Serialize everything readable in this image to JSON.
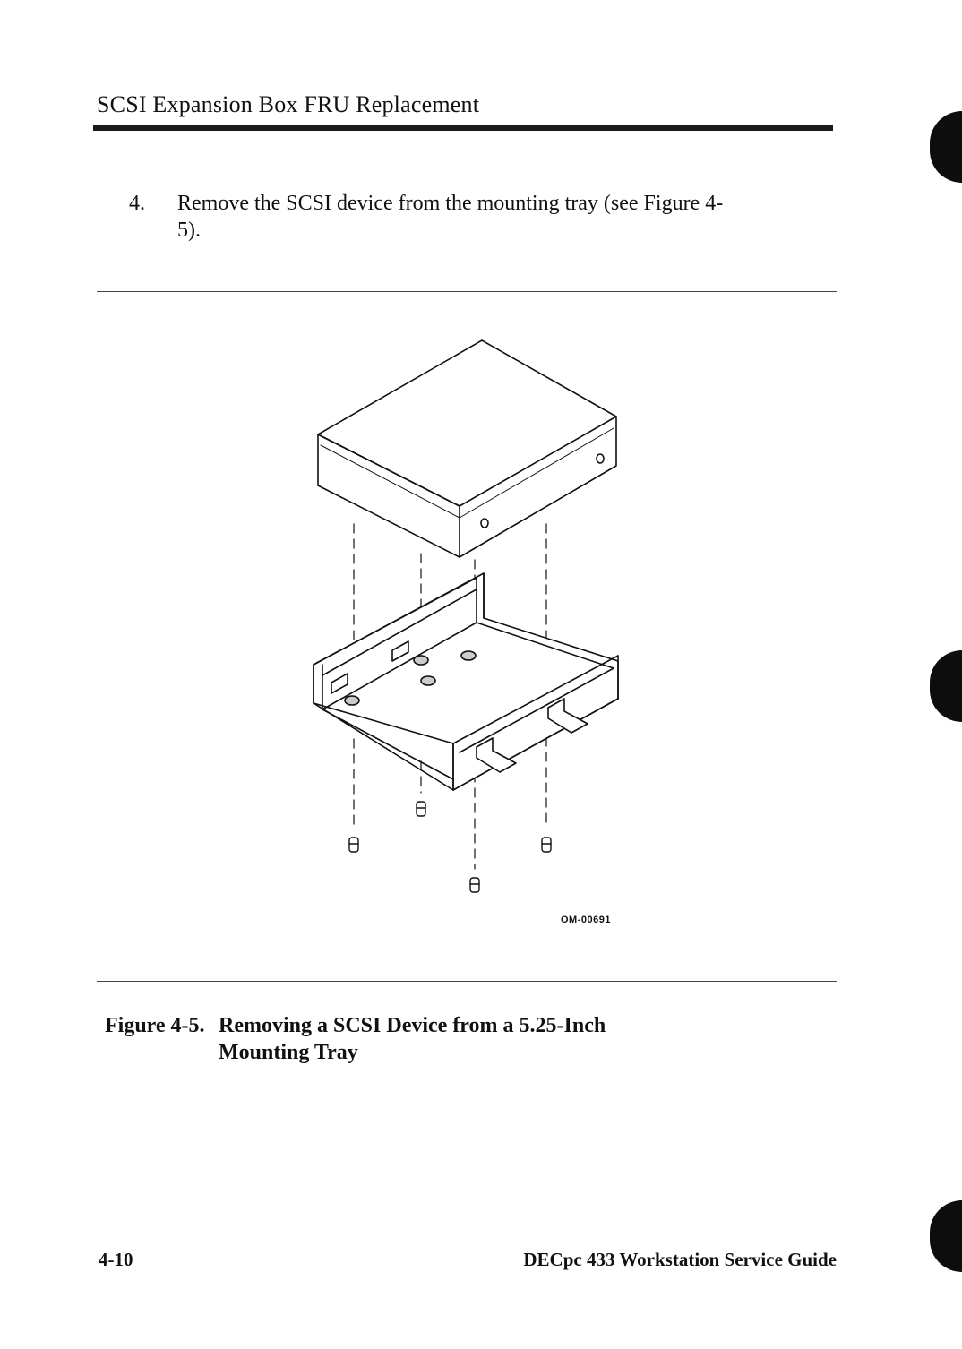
{
  "header": {
    "title": "SCSI Expansion Box FRU Replacement"
  },
  "step": {
    "number": "4.",
    "text": "Remove the SCSI device from the mounting tray (see Figure 4-5)."
  },
  "figure": {
    "code": "OM-00691",
    "caption_label": "Figure 4-5.",
    "caption_text": "Removing a SCSI Device from a 5.25-Inch Mounting Tray"
  },
  "footer": {
    "page_number": "4-10",
    "guide_title": "DECpc 433 Workstation Service Guide"
  }
}
